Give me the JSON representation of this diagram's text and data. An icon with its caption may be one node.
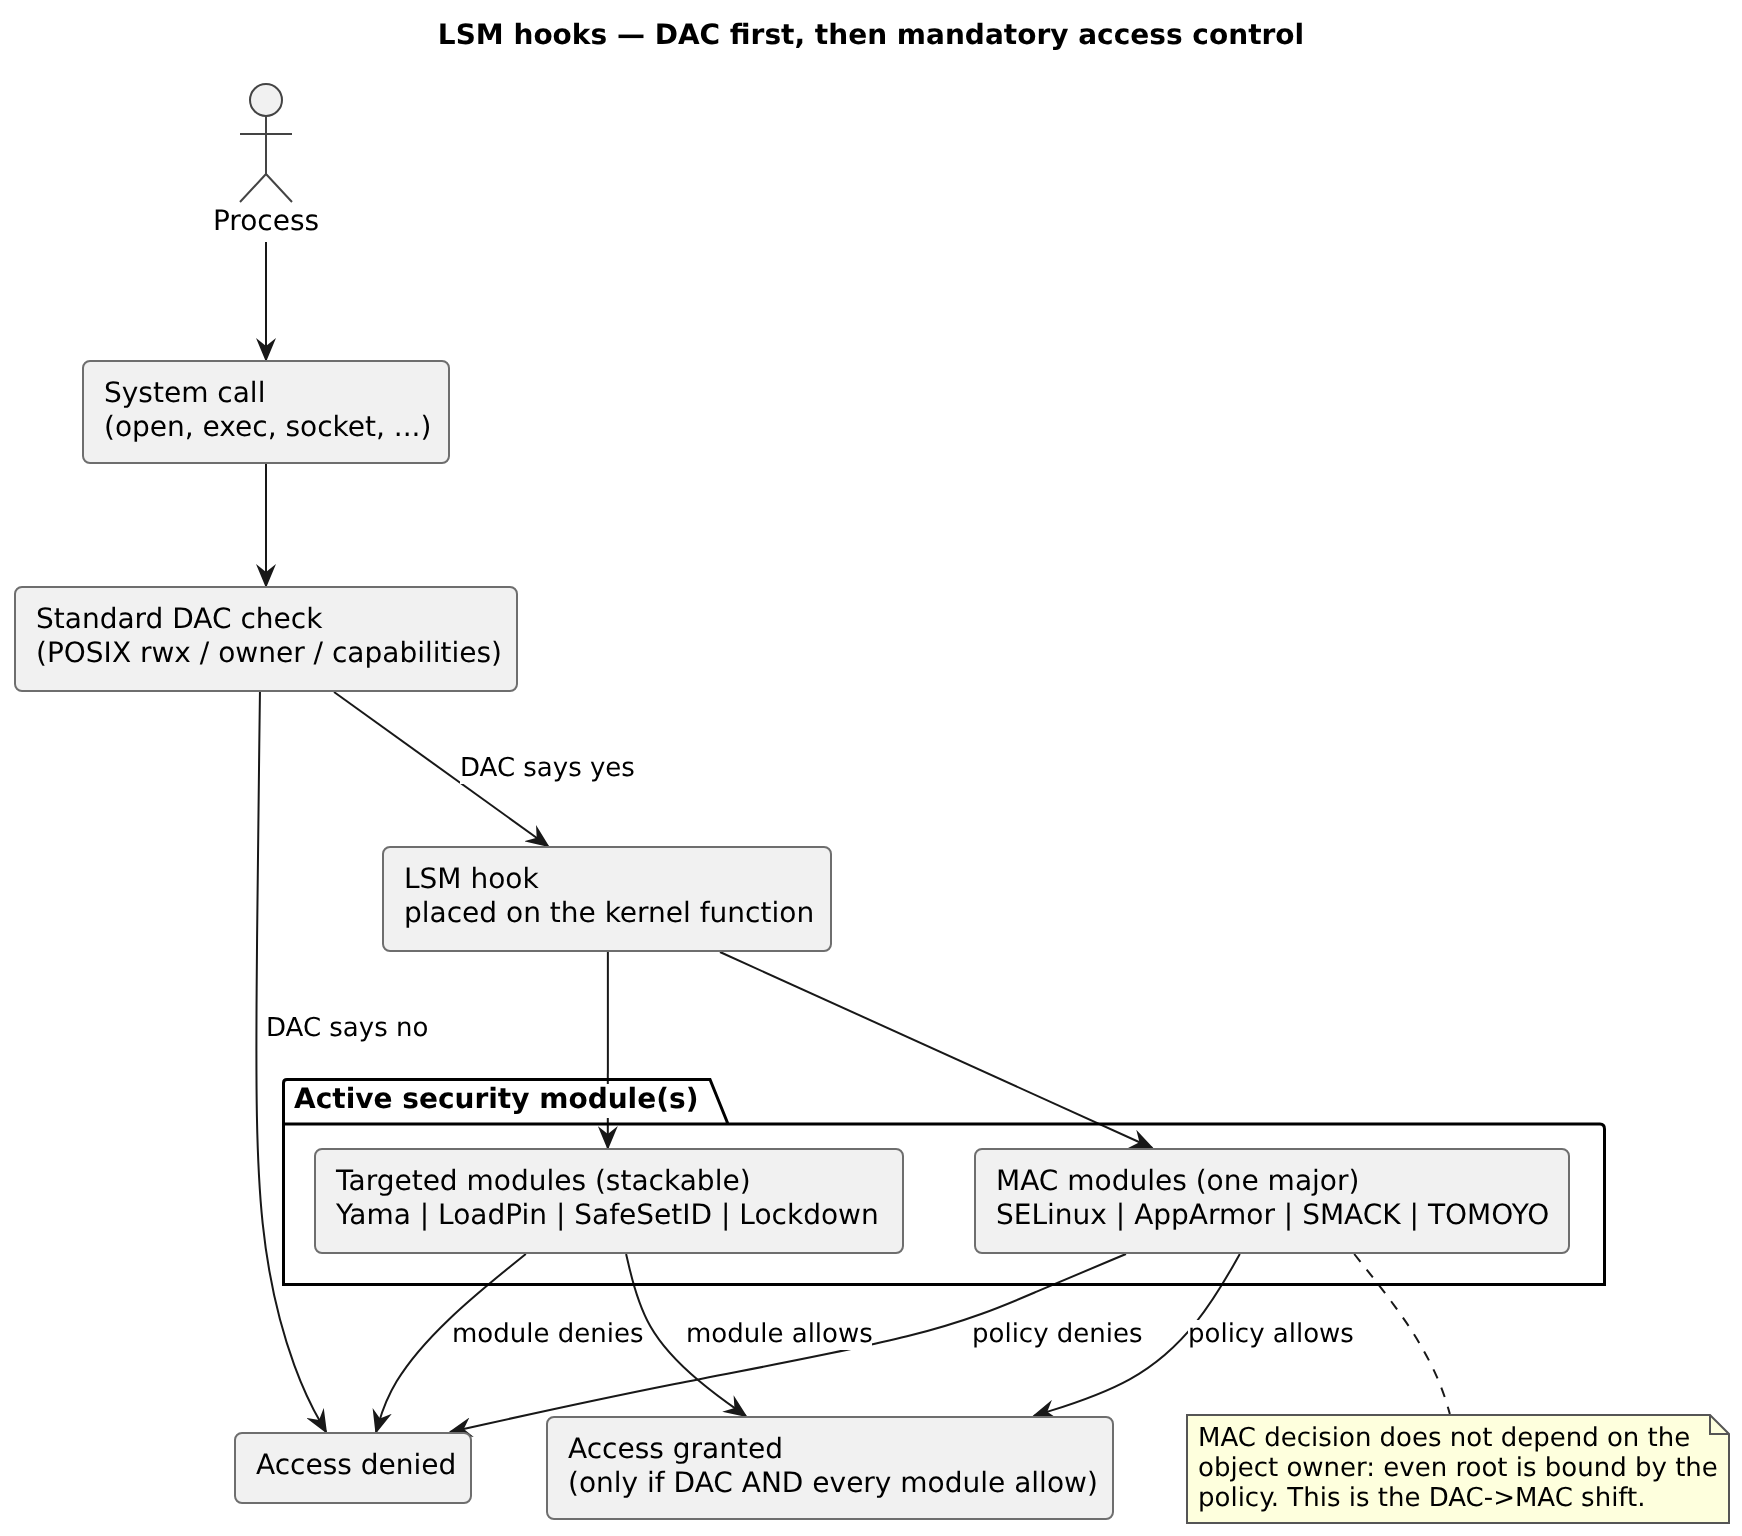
{
  "diagram": {
    "title": "LSM hooks — DAC first, then mandatory access control",
    "nodes": [
      {
        "text": [
          "Process"
        ]
      },
      {
        "text": [
          "System call",
          "(open, exec, socket, ...)"
        ]
      },
      {
        "text": [
          "Standard DAC check",
          "(POSIX rwx / owner / capabilities)"
        ]
      },
      {
        "text": [
          "LSM hook",
          "placed on the kernel function"
        ]
      },
      {
        "text": [
          "Active security module(s)"
        ]
      },
      {
        "text": [
          "Targeted modules (stackable)",
          "Yama | LoadPin | SafeSetID | Lockdown"
        ],
        "in": 4
      },
      {
        "text": [
          "MAC modules (one major)",
          "SELinux | AppArmor | SMACK | TOMOYO"
        ],
        "in": 4
      },
      {
        "text": [
          "Access denied"
        ]
      },
      {
        "text": [
          "Access granted",
          "(only if DAC AND every module allow)"
        ]
      },
      {
        "text": [
          "MAC decision does not depend on the object owner: even root is bound by the policy. This is the DAC->MAC shift."
        ]
      }
    ],
    "edges": [
      {
        "from": 0,
        "to": 1,
        "arrow": "to"
      },
      {
        "from": 1,
        "to": 2,
        "arrow": "to"
      },
      {
        "from": 2,
        "to": 3,
        "arrow": "to",
        "label": "DAC says yes"
      },
      {
        "from": 2,
        "to": 7,
        "arrow": "to",
        "label": "DAC says no"
      },
      {
        "from": 3,
        "to": 5,
        "arrow": "to"
      },
      {
        "from": 3,
        "to": 6,
        "arrow": "to"
      },
      {
        "from": 5,
        "to": 7,
        "arrow": "to",
        "label": "module denies"
      },
      {
        "from": 5,
        "to": 8,
        "arrow": "to",
        "label": "module allows"
      },
      {
        "from": 6,
        "to": 7,
        "arrow": "to",
        "label": "policy denies"
      },
      {
        "from": 6,
        "to": 8,
        "arrow": "to",
        "label": "policy allows"
      },
      {
        "from": 6,
        "to": 9,
        "arrow": "none",
        "style": "dashed"
      }
    ]
  }
}
